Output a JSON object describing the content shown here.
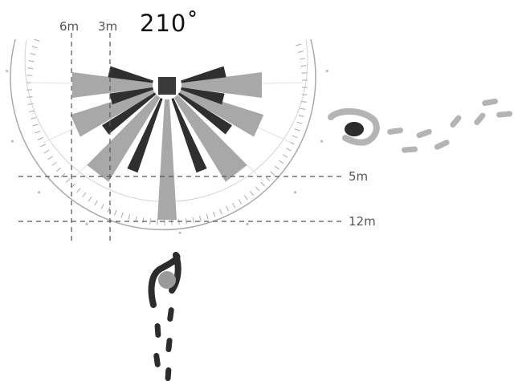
{
  "diagram": {
    "angle_label": "210˚",
    "distance_labels": {
      "six_m": "6m",
      "three_m": "3m",
      "five_m": "5m",
      "twelve_m": "12m"
    },
    "colors": {
      "long_beam": "#a8a8a8",
      "short_beam": "#2f2f2f",
      "sensor": "#3a3a3a",
      "dial": "#aaaaaa",
      "guide_line": "#555555",
      "person_dark": "#2c2c2c",
      "person_light": "#9a9a9a",
      "footprint": "#b4b4b4"
    },
    "icons": [
      "sensor-icon",
      "person-icon",
      "footprints-icon"
    ]
  }
}
